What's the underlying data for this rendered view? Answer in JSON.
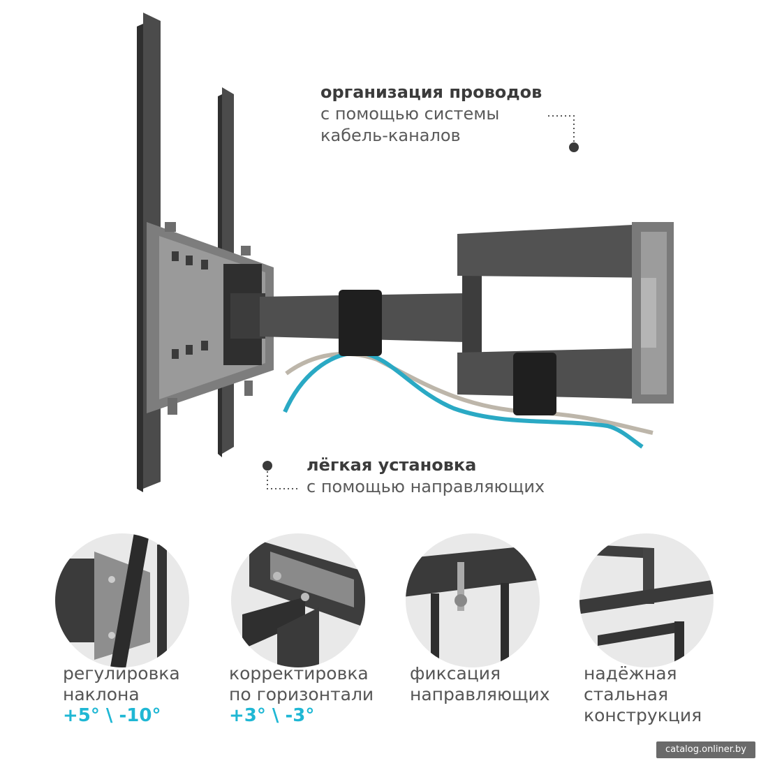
{
  "callouts": {
    "cables": {
      "title": "организация проводов",
      "line1": "с помощью системы",
      "line2": "кабель-каналов"
    },
    "install": {
      "title": "лёгкая установка",
      "line1": "с помощью направляющих"
    }
  },
  "features": [
    {
      "line1": "регулировка",
      "line2": "наклона",
      "accent": "+5° \\ -10°"
    },
    {
      "line1": "корректировка",
      "line2": "по горизонтали",
      "accent": "+3° \\ -3°"
    },
    {
      "line1": "фиксация",
      "line2": "направляющих"
    },
    {
      "line1": "надёжная",
      "line2": "стальная",
      "line3": "конструкция"
    }
  ],
  "watermark": "catalog.onliner.by",
  "colors": {
    "accent": "#1fb7d4",
    "steel": "#4a4a4a",
    "text": "#3a3a3a"
  }
}
